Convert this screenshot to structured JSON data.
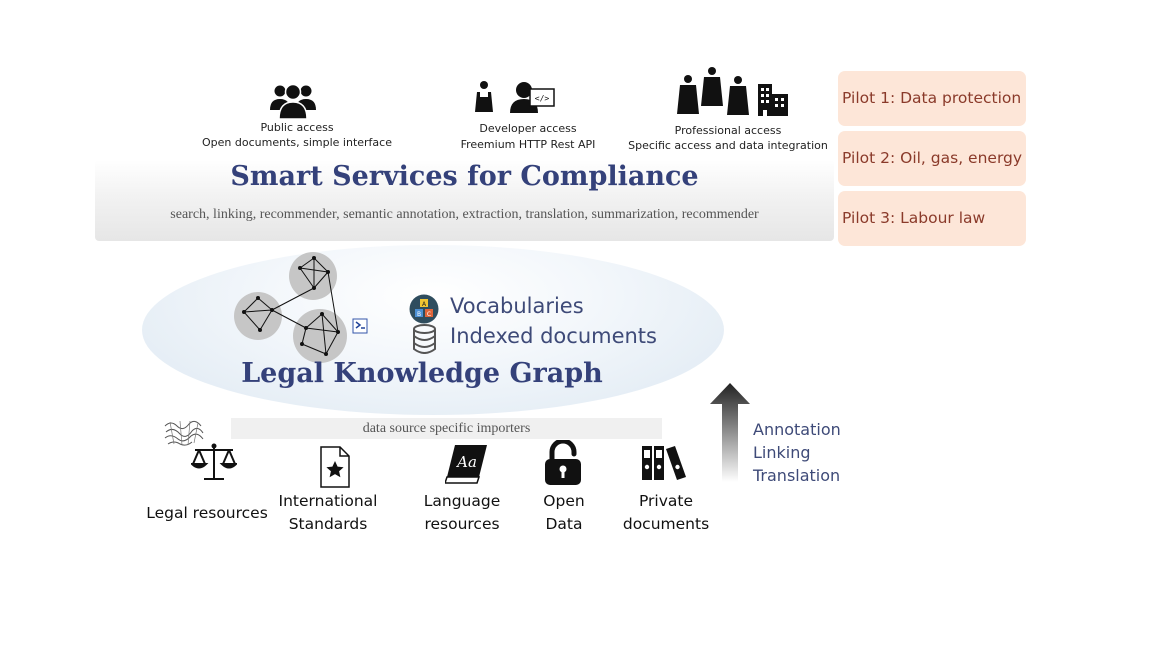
{
  "access": {
    "public": {
      "title": "Public access",
      "subtitle": "Open documents, simple interface"
    },
    "developer": {
      "title": "Developer access",
      "subtitle": "Freemium HTTP Rest API"
    },
    "professional": {
      "title": "Professional access",
      "subtitle": "Specific access and data integration"
    }
  },
  "services": {
    "title": "Smart Services for Compliance",
    "list": "search, linking, recommender, semantic annotation, extraction, translation, summarization, recommender"
  },
  "pilots": [
    "Pilot 1: Data protection",
    "Pilot 2: Oil, gas, energy",
    "Pilot 3: Labour law"
  ],
  "knowledge_graph": {
    "title": "Legal Knowledge Graph",
    "items": [
      "Vocabularies",
      "Indexed documents"
    ]
  },
  "importers": {
    "label": "data source specific importers"
  },
  "resources": [
    {
      "line1": "Legal resources",
      "line2": ""
    },
    {
      "line1": "International",
      "line2": "Standards"
    },
    {
      "line1": "Language",
      "line2": "resources"
    },
    {
      "line1": "Open",
      "line2": "Data"
    },
    {
      "line1": "Private",
      "line2": "documents"
    }
  ],
  "process": [
    "Annotation",
    "Linking",
    "Translation"
  ],
  "icons": {
    "public": "group-icon",
    "developer": "developer-icon",
    "professional": "professionals-icon",
    "building": "building-icon",
    "vocab": "abc-icon",
    "db": "database-icon",
    "legal": "scales-icon",
    "standards": "document-star-icon",
    "language": "dictionary-icon",
    "open": "unlock-icon",
    "private": "binders-icon",
    "arrow": "up-arrow-icon"
  },
  "colors": {
    "title": "#34417a",
    "pilot_bg": "#fde6d8",
    "pilot_text": "#8a3a2a"
  }
}
